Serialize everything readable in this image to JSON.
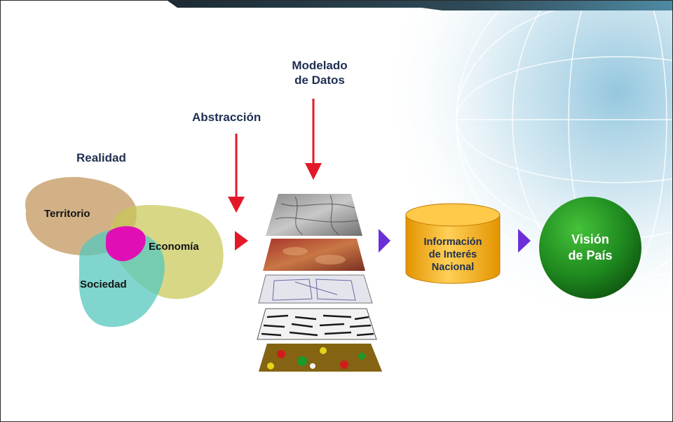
{
  "labels": {
    "modelado_line1": "Modelado",
    "modelado_line2": "de Datos",
    "abstraccion": "Abstracción",
    "realidad": "Realidad"
  },
  "venn": {
    "territorio": "Territorio",
    "economia": "Economía",
    "sociedad": "Sociedad"
  },
  "database": {
    "line1": "Información",
    "line2": "de Interés",
    "line3": "Nacional"
  },
  "outcome": {
    "line1": "Visión",
    "line2": "de País"
  },
  "colors": {
    "arrow_red": "#e3192a",
    "arrow_purple": "#6a2fd8",
    "territorio": "#c8a06c",
    "economia": "#cfcf6c",
    "sociedad": "#6fcfc2",
    "overlap": "#e00fb5",
    "database": "#f2a700",
    "outcome": "#1f8a1f",
    "header": "#22323c"
  },
  "layers": [
    "satellite-imagery",
    "terrain-elevation",
    "cadastral-map",
    "vector-features",
    "land-use-map"
  ]
}
